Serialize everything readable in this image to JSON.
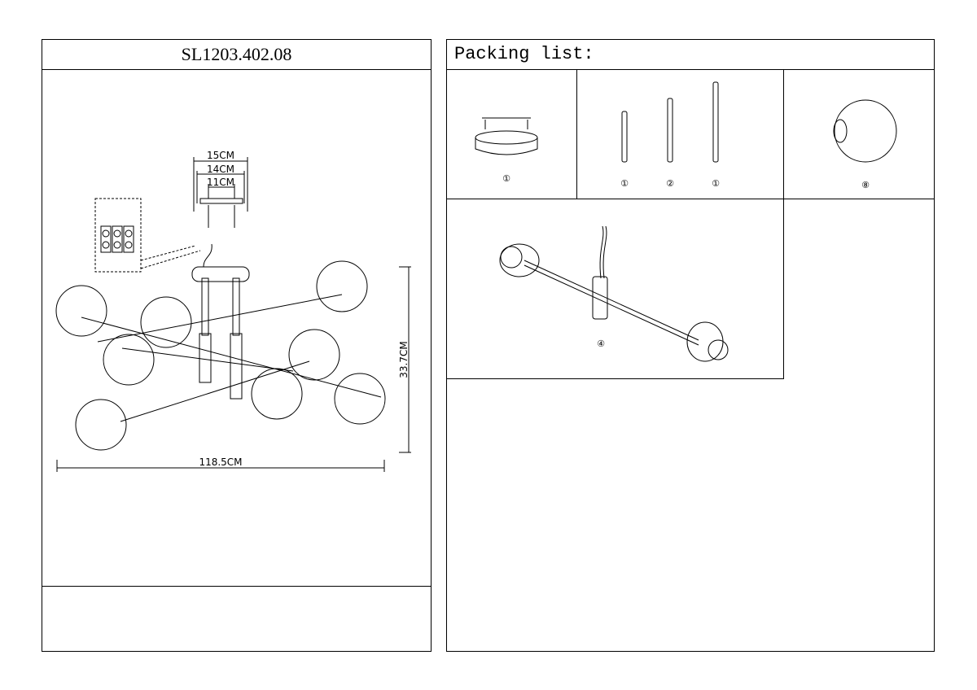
{
  "left_panel": {
    "model": "SL1203.402.08",
    "dim_width_canopy_1": "15CM",
    "dim_width_canopy_2": "14CM",
    "dim_width_canopy_3": "11CM",
    "dim_height": "33.7CM",
    "dim_width": "118.5CM"
  },
  "right_panel": {
    "packing_title": "Packing list:",
    "parts": [
      {
        "name": "canopy",
        "qty": "①"
      },
      {
        "name": "short rod",
        "qty": "①"
      },
      {
        "name": "medium rod",
        "qty": "②"
      },
      {
        "name": "long rod",
        "qty": "①"
      },
      {
        "name": "glass globe",
        "qty": "⑧"
      },
      {
        "name": "arm assembly",
        "qty": "④"
      }
    ]
  }
}
